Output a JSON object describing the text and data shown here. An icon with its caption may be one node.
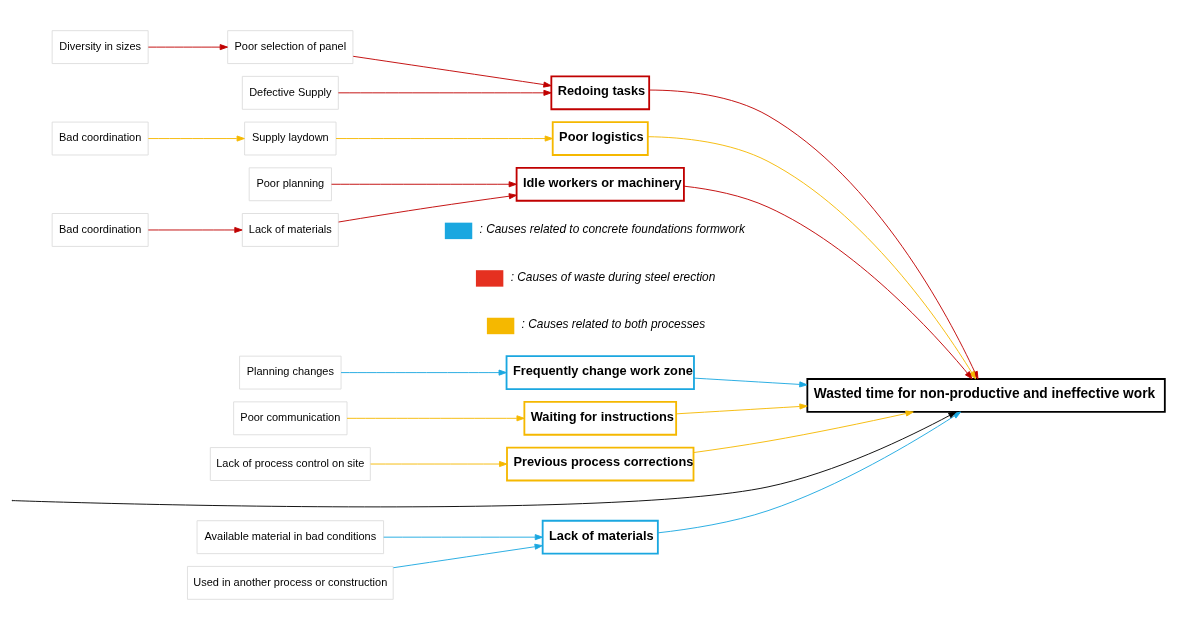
{
  "diagram": {
    "nodes": [
      {
        "text": [
          "Lack of materials"
        ]
      },
      {
        "text": [
          "Redoing tasks"
        ]
      },
      {
        "text": [
          "Poor logistics"
        ]
      },
      {
        "text": [
          "Wasted time for non-productive and ineffective work"
        ]
      },
      {
        "text": [
          "Idle workers or machinery"
        ]
      },
      {
        "text": [
          "Frequently change work zone"
        ]
      },
      {
        "text": [
          "Waiting for instructions"
        ]
      },
      {
        "text": [
          "Previous process corrections"
        ]
      },
      {
        "text": [
          "Available material in bad conditions"
        ]
      },
      {
        "text": [
          "Used in another process or construction"
        ]
      },
      {
        "text": [
          "Diversity in sizes"
        ]
      },
      {
        "text": [
          "Poor selection of panel"
        ]
      },
      {
        "text": [
          "Defective Supply"
        ]
      },
      {
        "text": [
          "Supply laydown"
        ]
      },
      {
        "text": [
          "Bad coordination"
        ]
      },
      {
        "text": [
          "Lack of materials"
        ]
      },
      {
        "text": [
          "Bad coordination"
        ]
      },
      {
        "text": [
          "Poor planning"
        ]
      },
      {
        "text": [
          "Planning changes"
        ]
      },
      {
        "text": [
          "Poor communication"
        ]
      },
      {
        "text": [
          "Lack of process control on site"
        ]
      }
    ],
    "edges": [
      {
        "from": null,
        "to": 3,
        "arrow": "to",
        "color": "#000000"
      },
      {
        "from": 0,
        "to": 3,
        "arrow": "to",
        "color": "#1aa7e0"
      },
      {
        "from": 1,
        "to": 3,
        "arrow": "to",
        "color": "#c00000"
      },
      {
        "from": 2,
        "to": 3,
        "arrow": "to",
        "color": "#f5b800"
      },
      {
        "from": 4,
        "to": 3,
        "arrow": "to",
        "color": "#c00000"
      },
      {
        "from": 5,
        "to": 3,
        "arrow": "to",
        "color": "#1aa7e0"
      },
      {
        "from": 6,
        "to": 3,
        "arrow": "to",
        "color": "#f5b800"
      },
      {
        "from": 7,
        "to": 3,
        "arrow": "to",
        "color": "#f5b800"
      },
      {
        "from": 8,
        "to": 0,
        "arrow": "to",
        "color": "#1aa7e0"
      },
      {
        "from": 9,
        "to": 0,
        "arrow": "to",
        "color": "#1aa7e0"
      },
      {
        "from": 10,
        "to": 11,
        "arrow": "to",
        "color": "#c00000"
      },
      {
        "from": 11,
        "to": 1,
        "arrow": "to",
        "color": "#c00000"
      },
      {
        "from": 12,
        "to": 1,
        "arrow": "to",
        "color": "#c00000"
      },
      {
        "from": 13,
        "to": 2,
        "arrow": "to",
        "color": "#f5b800"
      },
      {
        "from": 14,
        "to": 13,
        "arrow": "to",
        "color": "#f5b800"
      },
      {
        "from": 15,
        "to": 4,
        "arrow": "to",
        "color": "#c00000"
      },
      {
        "from": 16,
        "to": 15,
        "arrow": "to",
        "color": "#c00000"
      },
      {
        "from": 17,
        "to": 4,
        "arrow": "to",
        "color": "#c00000"
      },
      {
        "from": 18,
        "to": 5,
        "arrow": "to",
        "color": "#1aa7e0"
      },
      {
        "from": 19,
        "to": 6,
        "arrow": "to",
        "color": "#f5b800"
      },
      {
        "from": 20,
        "to": 7,
        "arrow": "to",
        "color": "#f5b800"
      }
    ],
    "legend": [
      {
        "text": ": Causes related to concrete foundations formwork",
        "color": "#1aa7e0"
      },
      {
        "text": ": Causes of waste during steel erection",
        "color": "#e53020"
      },
      {
        "text": ": Causes related to both processes",
        "color": "#f5b800"
      }
    ]
  }
}
